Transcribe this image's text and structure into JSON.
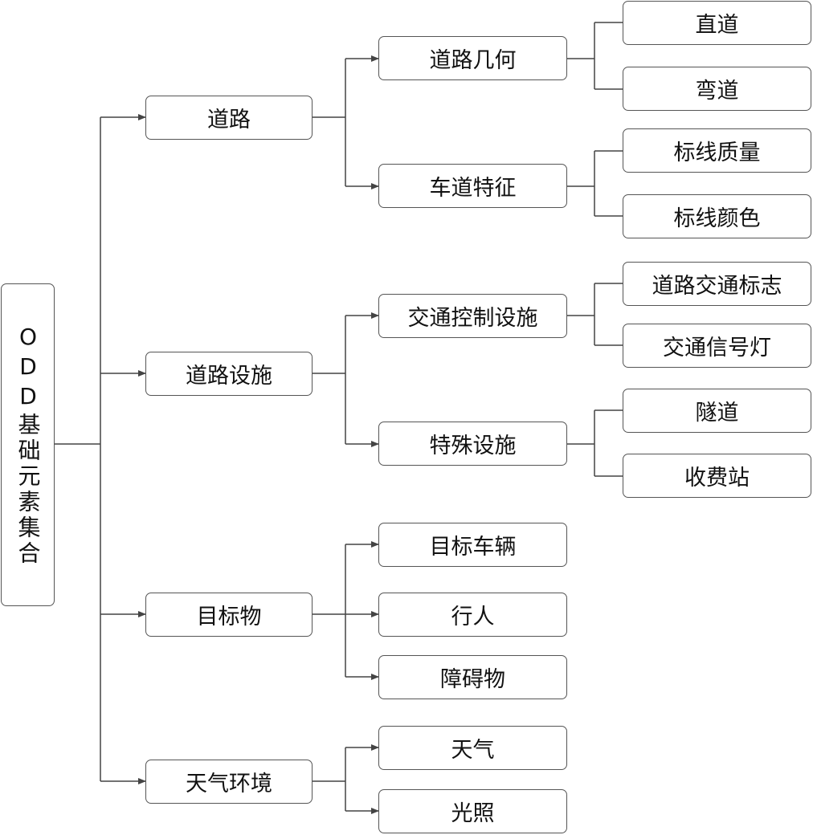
{
  "diagram": {
    "root": "ODD基础元素集合",
    "road": {
      "label": "道路",
      "geometry": {
        "label": "道路几何",
        "straight": "直道",
        "curve": "弯道"
      },
      "lane": {
        "label": "车道特征",
        "marking_quality": "标线质量",
        "marking_color": "标线颜色"
      }
    },
    "facility": {
      "label": "道路设施",
      "traffic_control": {
        "label": "交通控制设施",
        "signs": "道路交通标志",
        "signals": "交通信号灯"
      },
      "special": {
        "label": "特殊设施",
        "tunnel": "隧道",
        "toll": "收费站"
      }
    },
    "target": {
      "label": "目标物",
      "vehicle": "目标车辆",
      "pedestrian": "行人",
      "obstacle": "障碍物"
    },
    "environment": {
      "label": "天气环境",
      "weather": "天气",
      "lighting": "光照"
    }
  }
}
